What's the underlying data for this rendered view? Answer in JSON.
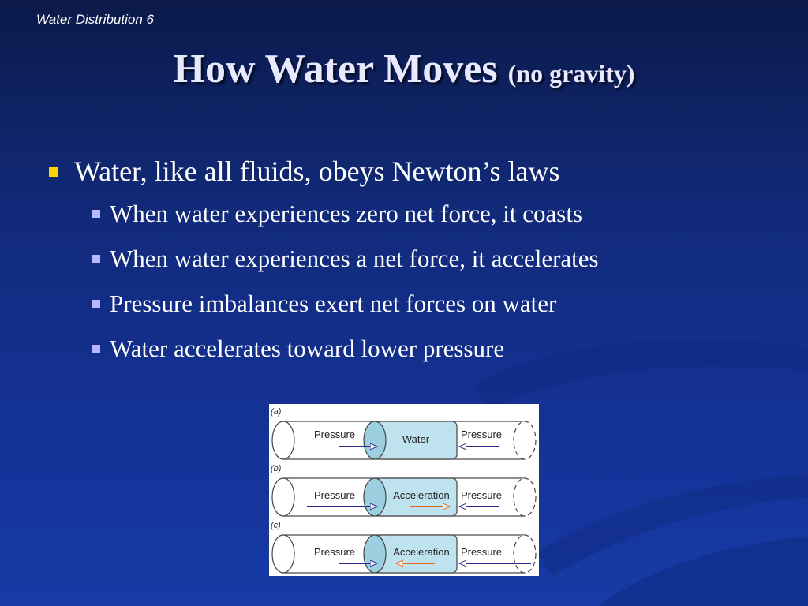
{
  "slide": {
    "header_label": "Water Distribution 6",
    "title_main": "How Water Moves",
    "title_sub": "(no gravity)"
  },
  "bullets": {
    "level1": "Water, like all fluids, obeys Newton’s laws",
    "level2": [
      "When water experiences zero net force, it coasts",
      "When water experiences a net force, it accelerates",
      "Pressure imbalances exert net forces on water",
      "Water accelerates toward lower pressure"
    ]
  },
  "figure": {
    "panels": [
      {
        "tag": "(a)",
        "left_label": "Pressure",
        "center_label": "Water",
        "right_label": "Pressure"
      },
      {
        "tag": "(b)",
        "left_label": "Pressure",
        "center_label": "Acceleration",
        "right_label": "Pressure"
      },
      {
        "tag": "(c)",
        "left_label": "Pressure",
        "center_label": "Acceleration",
        "right_label": "Pressure"
      }
    ],
    "colors": {
      "pressure_arrow": "#2a2a8a",
      "acceleration_arrow": "#e06a1a",
      "water_fill": "#bfe3ee"
    }
  },
  "colors": {
    "bullet_level1": "#ffd400",
    "bullet_level2": "#b7b7ff",
    "background": "#143296"
  }
}
